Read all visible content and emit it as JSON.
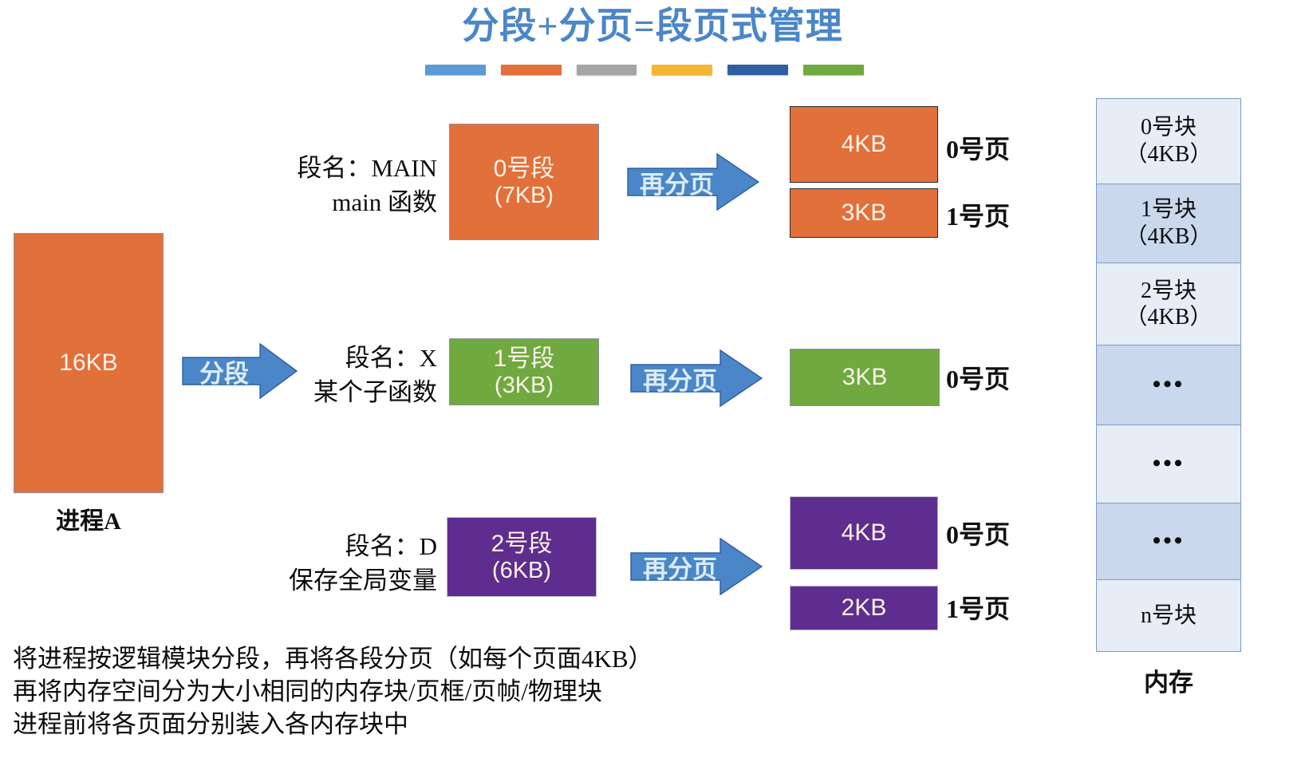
{
  "title": {
    "text": "分段+分页=段页式管理",
    "color": "#4a86c8",
    "bars": [
      {
        "name": "bar-light-blue",
        "color": "#5b9bd5"
      },
      {
        "name": "bar-orange",
        "color": "#e2703a"
      },
      {
        "name": "bar-gray",
        "color": "#a5a5a5"
      },
      {
        "name": "bar-gold",
        "color": "#f5b731"
      },
      {
        "name": "bar-dark-blue",
        "color": "#2e5fa3"
      },
      {
        "name": "bar-green",
        "color": "#70a93f"
      }
    ]
  },
  "process": {
    "size_label": "16KB",
    "caption": "进程A",
    "color": "#e2703a"
  },
  "arrows": {
    "segment": "分段",
    "repaginate": "再分页",
    "color": "#4a86c8"
  },
  "segments": [
    {
      "name_line1": "段名：MAIN",
      "name_line2": "main 函数",
      "box_line1": "0号段",
      "box_line2": "(7KB)",
      "color": "#e2703a",
      "pages": [
        {
          "size": "4KB",
          "label": "0号页"
        },
        {
          "size": "3KB",
          "label": "1号页"
        }
      ]
    },
    {
      "name_line1": "段名：X",
      "name_line2": "某个子函数",
      "box_line1": "1号段",
      "box_line2": "(3KB)",
      "color": "#70a93f",
      "pages": [
        {
          "size": "3KB",
          "label": "0号页"
        }
      ]
    },
    {
      "name_line1": "段名：D",
      "name_line2": "保存全局变量",
      "box_line1": "2号段",
      "box_line2": "(6KB)",
      "color": "#5f2d8f",
      "pages": [
        {
          "size": "4KB",
          "label": "0号页"
        },
        {
          "size": "2KB",
          "label": "1号页"
        }
      ]
    }
  ],
  "memory": {
    "caption": "内存",
    "cells": [
      {
        "line1": "0号块",
        "line2": "（4KB）"
      },
      {
        "line1": "1号块",
        "line2": "（4KB）"
      },
      {
        "line1": "2号块",
        "line2": "（4KB）"
      },
      {
        "line1": "...",
        "line2": ""
      },
      {
        "line1": "...",
        "line2": ""
      },
      {
        "line1": "...",
        "line2": ""
      },
      {
        "line1": "n号块",
        "line2": ""
      }
    ]
  },
  "footer": {
    "line1": "将进程按逻辑模块分段，再将各段分页（如每个页面4KB）",
    "line2": "再将内存空间分为大小相同的内存块/页框/页帧/物理块",
    "line3": "进程前将各页面分别装入各内存块中"
  }
}
